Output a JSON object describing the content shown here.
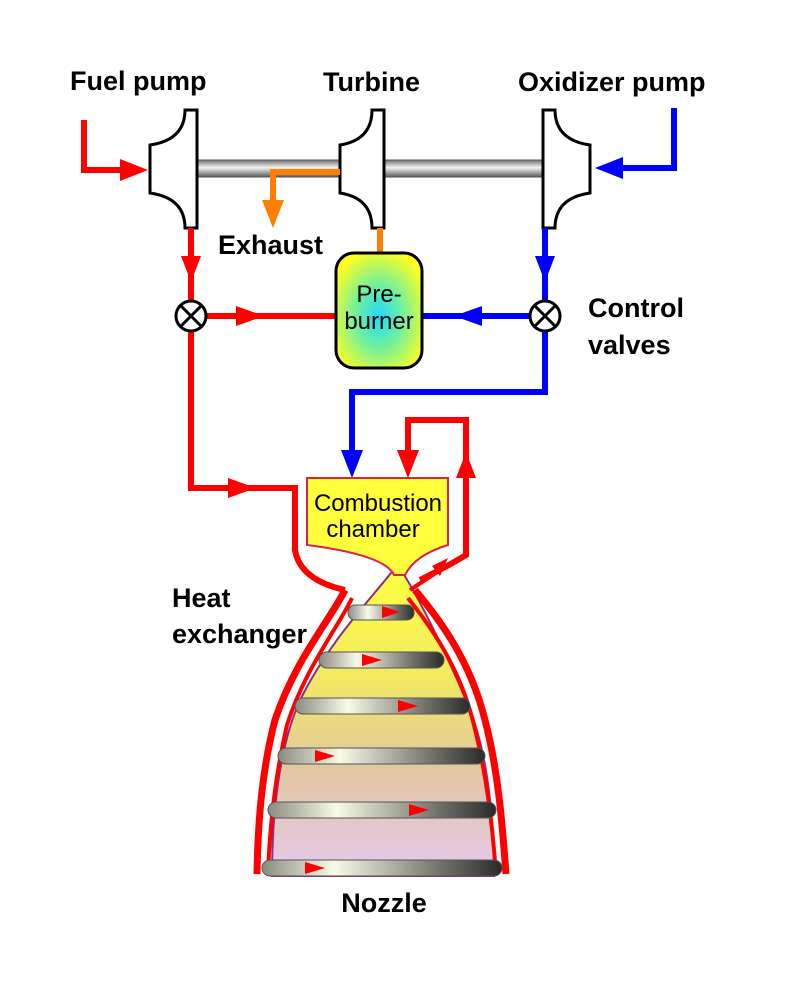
{
  "labels": {
    "fuel_pump": "Fuel pump",
    "turbine": "Turbine",
    "oxidizer_pump": "Oxidizer pump",
    "exhaust": "Exhaust",
    "preburner_line1": "Pre-",
    "preburner_line2": "burner",
    "control_valves_line1": "Control",
    "control_valves_line2": "valves",
    "combustion_line1": "Combustion",
    "combustion_line2": "chamber",
    "heat_exchanger_line1": "Heat",
    "heat_exchanger_line2": "exchanger",
    "nozzle": "Nozzle"
  },
  "colors": {
    "fuel": "#ff0000",
    "oxidizer": "#0000ff",
    "exhaust": "#ff8000",
    "chamber": "#ffff3c",
    "shaft": "#a8a8a8"
  }
}
